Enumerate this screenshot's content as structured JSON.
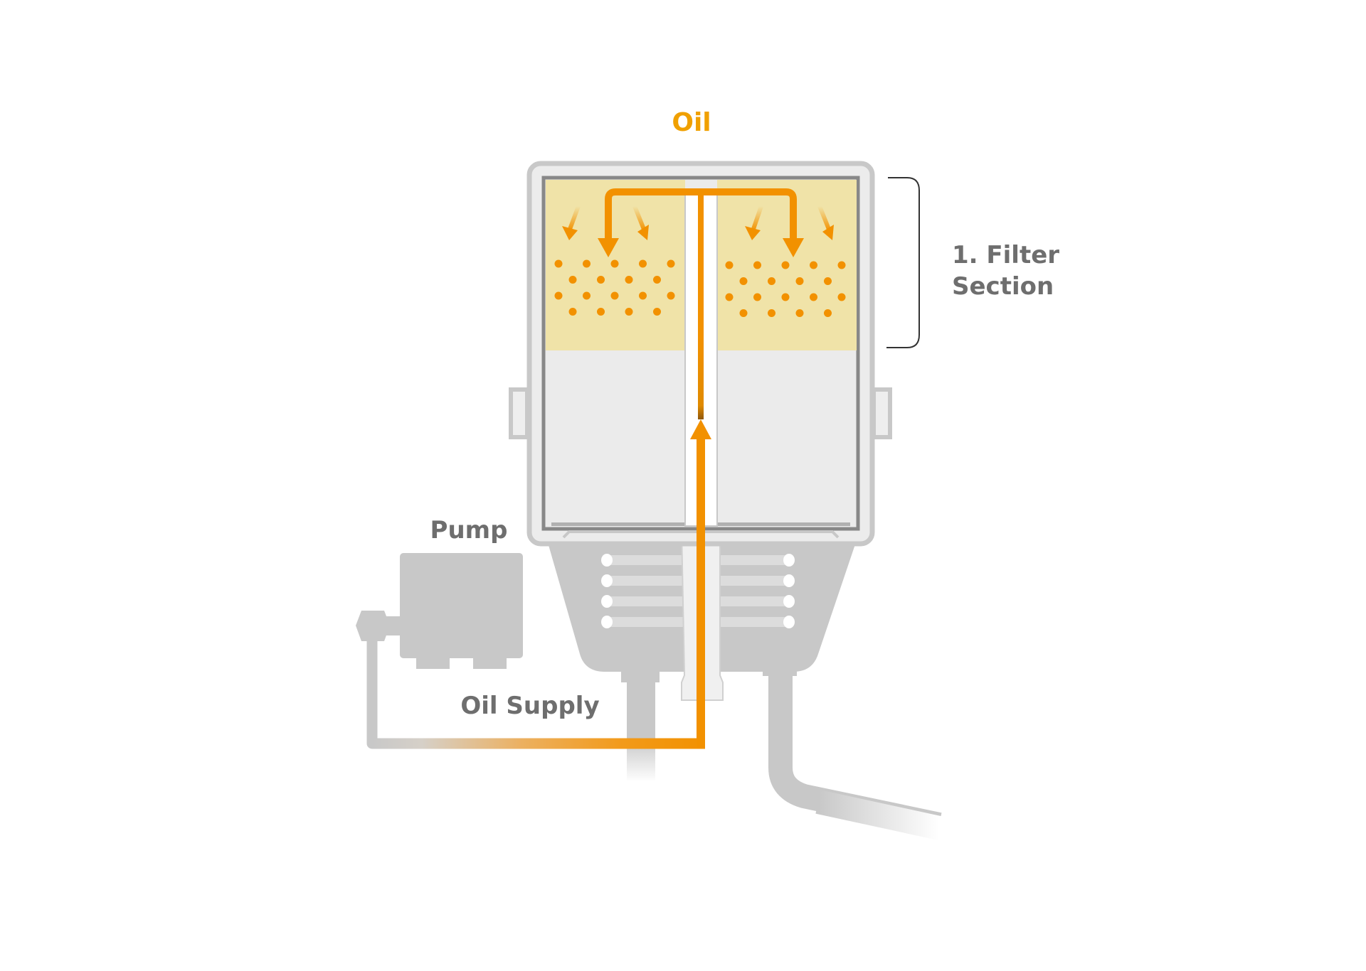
{
  "labels": {
    "oil": "Oil",
    "filter_section_line1": "1. Filter",
    "filter_section_line2": "Section",
    "pump": "Pump",
    "oil_supply": "Oil Supply"
  },
  "colors": {
    "oil": "#f29100",
    "oil_label": "#f0a000",
    "filter_media": "#f0e3a8",
    "housing": "#c8c8c8",
    "text": "#6e6e6e"
  }
}
